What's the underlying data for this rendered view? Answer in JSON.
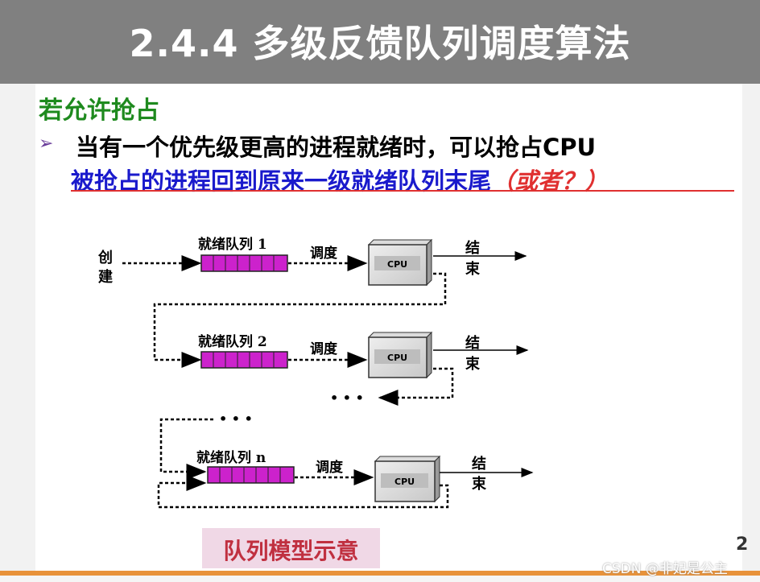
{
  "slide": {
    "title": "2.4.4 多级反馈队列调度算法",
    "heading": "若允许抢占",
    "bullet_marker": "➢",
    "bullet_text": "当有一个优先级更高的进程就绪时，可以抢占CPU",
    "line2_main": "被抢占的进程回到原来一级就绪队列末尾",
    "line2_extra": "（或者？）",
    "caption": "队列模型示意",
    "page_number": "2"
  },
  "diagram": {
    "create_label_1": "创",
    "create_label_2": "建",
    "queues": [
      {
        "label": "就绪队列 1",
        "dispatch": "调度",
        "cpu": "CPU",
        "end_1": "结",
        "end_2": "束"
      },
      {
        "label": "就绪队列 2",
        "dispatch": "调度",
        "cpu": "CPU",
        "end_1": "结",
        "end_2": "束"
      },
      {
        "label": "就绪队列 n",
        "dispatch": "调度",
        "cpu": "CPU",
        "end_1": "结",
        "end_2": "束"
      }
    ],
    "ellipsis": "• • •",
    "queue_color": "#cc22cc"
  },
  "watermark": "CSDN @非妃是公主",
  "colors": {
    "title_bg": "#808080",
    "heading": "#1e8a1e",
    "line2": "#1a1acc",
    "accent_red": "#e03030",
    "bottom_bar": "#e8923a"
  }
}
